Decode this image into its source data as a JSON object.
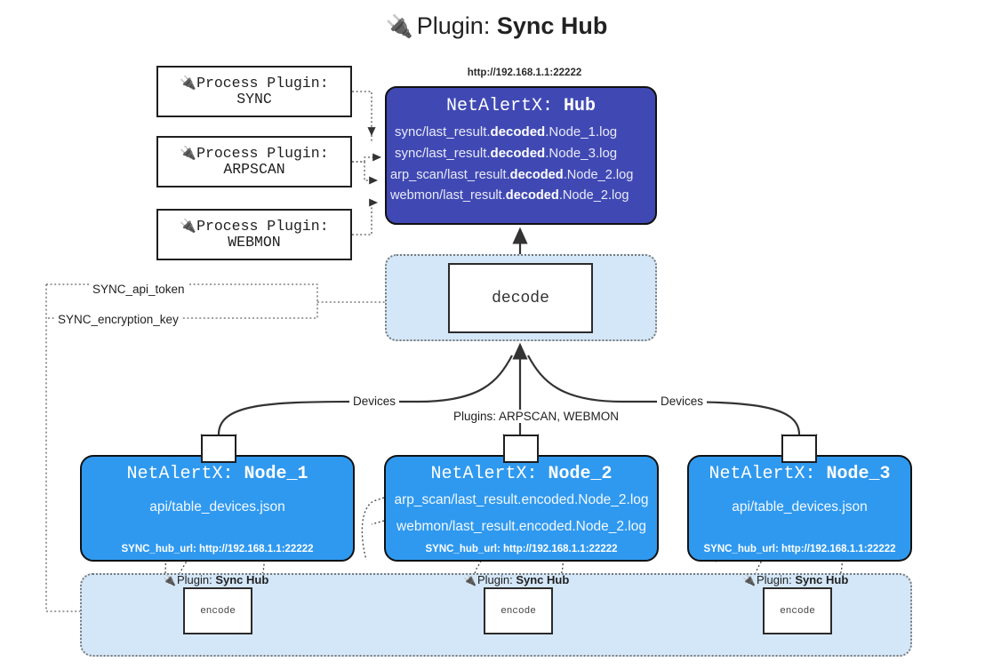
{
  "title": {
    "icon": "plug-icon",
    "prefix": "Plugin: ",
    "name": "Sync Hub"
  },
  "process_plugins": [
    {
      "icon": "plug-icon",
      "line1": "Process Plugin:",
      "line2": "SYNC"
    },
    {
      "icon": "plug-icon",
      "line1": "Process Plugin:",
      "line2": "ARPSCAN"
    },
    {
      "icon": "plug-icon",
      "line1": "Process Plugin:",
      "line2": "WEBMON"
    }
  ],
  "hub": {
    "url": "http://192.168.1.1:22222",
    "title_prefix": "NetAlertX: ",
    "title_name": "Hub",
    "logs": [
      {
        "pre": "sync/last_result.",
        "mid": "decoded",
        "post": ".Node_1.log"
      },
      {
        "pre": "sync/last_result.",
        "mid": "decoded",
        "post": ".Node_3.log"
      },
      {
        "pre": "arp_scan/last_result.",
        "mid": "decoded",
        "post": ".Node_2.log"
      },
      {
        "pre": "webmon/last_result.",
        "mid": "decoded",
        "post": ".Node_2.log"
      }
    ],
    "color": "#4049b3"
  },
  "decode": {
    "label": "decode"
  },
  "nodes": [
    {
      "title_prefix": "NetAlertX: ",
      "title_name": "Node_1",
      "lines": [
        "api/table_devices.json"
      ],
      "footer": "SYNC_hub_url: http://192.168.1.1:22222",
      "icon": "envelope-icon",
      "color": "#2f99ef"
    },
    {
      "title_prefix": "NetAlertX: ",
      "title_name": "Node_2",
      "lines": [
        "arp_scan/last_result.encoded.Node_2.log",
        "webmon/last_result.encoded.Node_2.log"
      ],
      "footer": "SYNC_hub_url: http://192.168.1.1:22222",
      "icon": "envelope-icon",
      "color": "#2f99ef"
    },
    {
      "title_prefix": "NetAlertX: ",
      "title_name": "Node_3",
      "lines": [
        "api/table_devices.json"
      ],
      "footer": "SYNC_hub_url: http://192.168.1.1:22222",
      "icon": "envelope-icon",
      "color": "#2f99ef"
    }
  ],
  "encode_band": {
    "plugin_label_icon": "plug-icon",
    "plugin_label_prefix": "Plugin: ",
    "plugin_label_name": "Sync Hub",
    "box_label": "encode",
    "color": "#d4e7f8"
  },
  "edge_labels": {
    "devices_left": "Devices",
    "devices_right": "Devices",
    "plugins": "Plugins: ARPSCAN, WEBMON",
    "api_token": "SYNC_api_token",
    "encryption_key": "SYNC_encryption_key"
  }
}
